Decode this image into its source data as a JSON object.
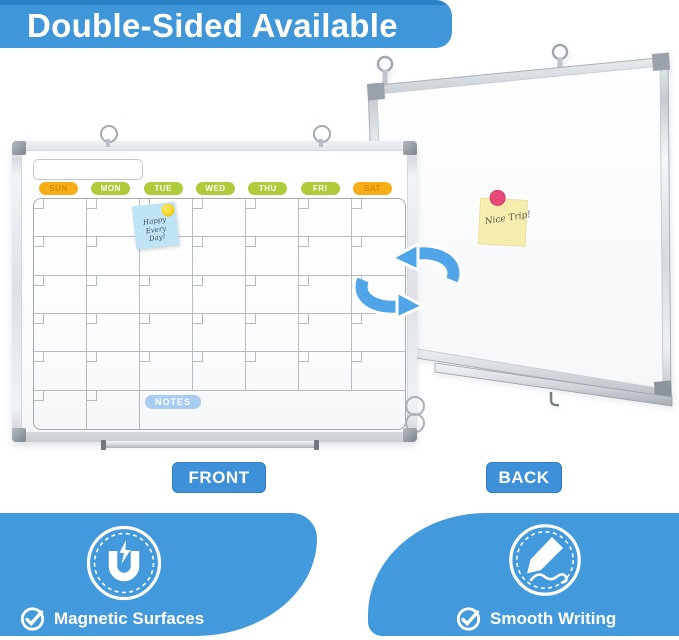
{
  "banner": {
    "title": "Double-Sided Available"
  },
  "boards": {
    "front": {
      "side_label": "FRONT",
      "month_title": "",
      "days": [
        {
          "label": "SUN",
          "type": "weekend"
        },
        {
          "label": "MON",
          "type": "weekday"
        },
        {
          "label": "TUE",
          "type": "weekday"
        },
        {
          "label": "WED",
          "type": "weekday"
        },
        {
          "label": "THU",
          "type": "weekday"
        },
        {
          "label": "FRI",
          "type": "weekday"
        },
        {
          "label": "SAT",
          "type": "weekend"
        }
      ],
      "grid": {
        "columns": 7,
        "rows": 6,
        "notes_label": "NOTES",
        "notes_start_col": 3
      },
      "sticky_note": {
        "text": "Happy Every Day!",
        "note_color": "#BFE4F6",
        "pin_color": "#F2D41F"
      }
    },
    "back": {
      "side_label": "BACK",
      "sticky_note": {
        "text": "Nice Trip!",
        "note_color": "#F5EEAE",
        "pin_color": "#EA4A78"
      }
    }
  },
  "features": [
    {
      "icon": "magnet-icon",
      "label": "Magnetic Surfaces"
    },
    {
      "icon": "pencil-icon",
      "label": "Smooth Writing"
    }
  ],
  "colors": {
    "banner_blue": "#3F97DA",
    "accent_blue": "#4299DB",
    "label_blue": "#3E90D8",
    "arrow_blue": "#4FA5E8",
    "weekend_pill": "#F6AE18",
    "weekday_pill": "#ADCB3B",
    "notes_pill": "#A9CDF2"
  }
}
